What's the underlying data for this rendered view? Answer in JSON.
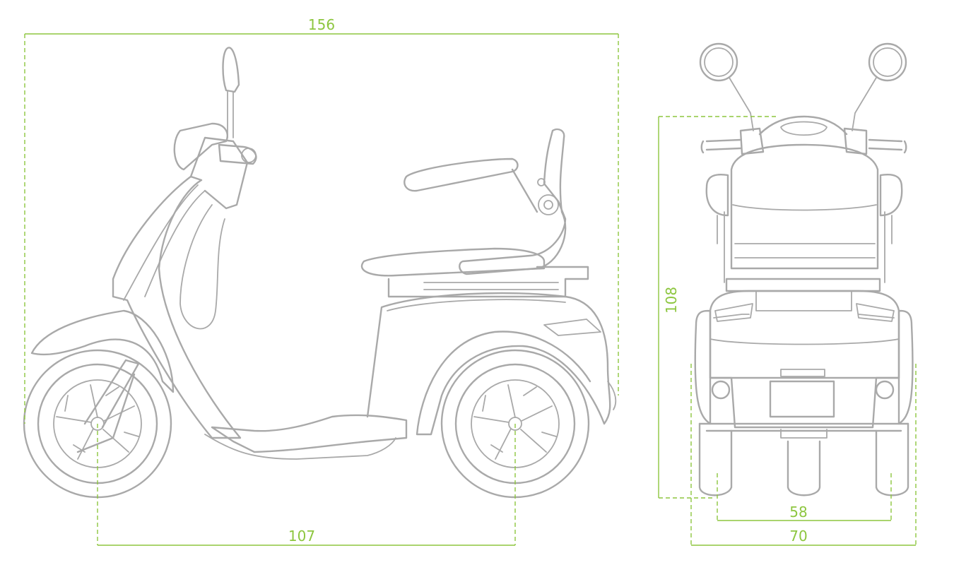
{
  "side_view": {
    "overall_length": "156",
    "wheelbase": "107"
  },
  "front_view": {
    "overall_height": "108",
    "rear_track": "58",
    "overall_width": "70"
  },
  "colors": {
    "dimension": "#8dc63f",
    "outline": "#a9a9a9"
  }
}
